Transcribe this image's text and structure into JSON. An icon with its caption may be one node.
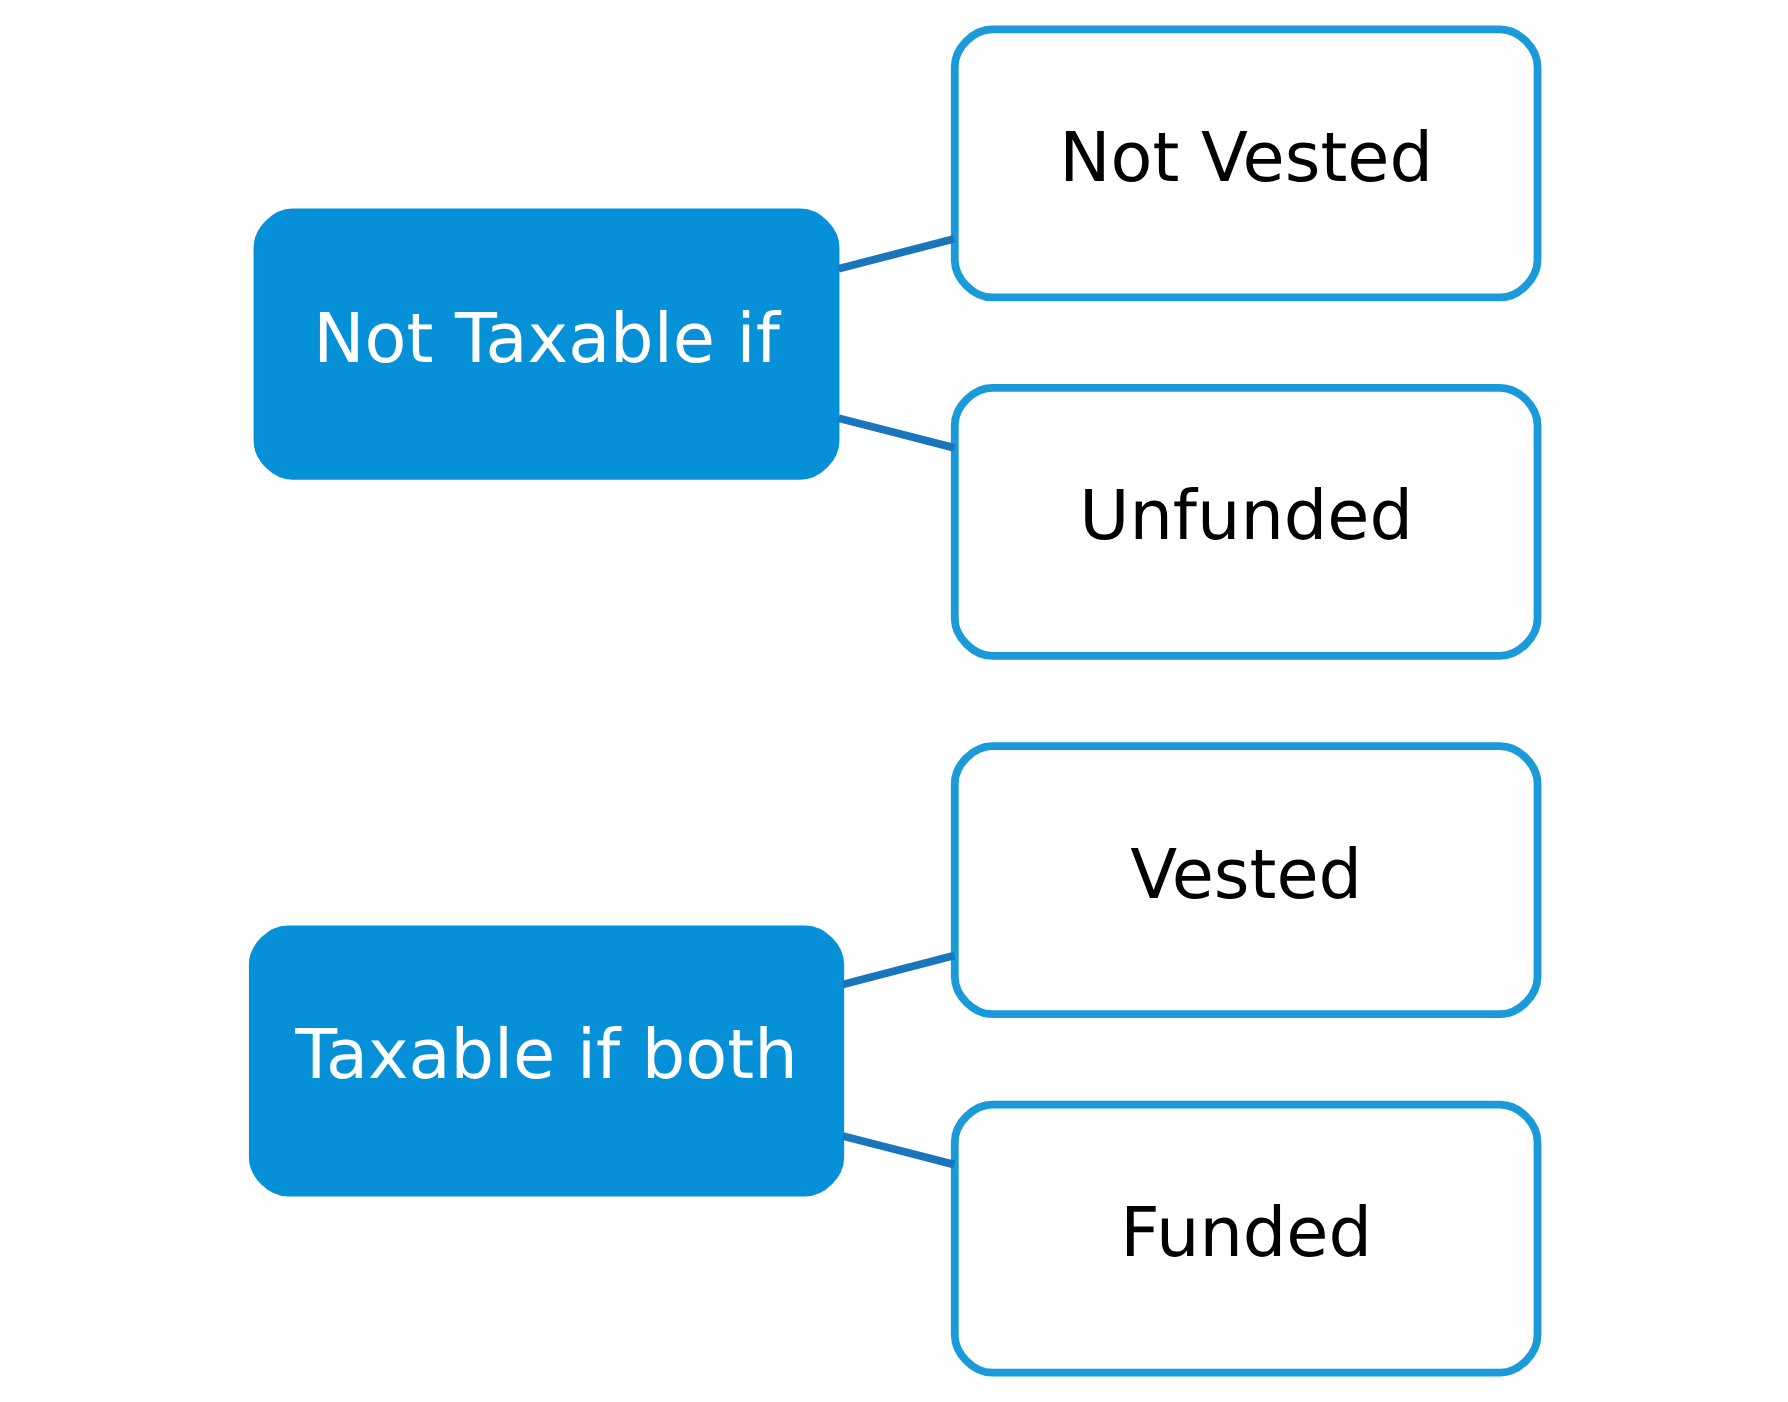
{
  "diagram": {
    "nodes": [
      {
        "text": [
          "Taxable if both"
        ]
      },
      {
        "text": [
          "Vested"
        ]
      },
      {
        "text": [
          "Funded"
        ]
      },
      {
        "text": [
          "Not Taxable if"
        ]
      },
      {
        "text": [
          "Not Vested"
        ]
      },
      {
        "text": [
          "Unfunded"
        ]
      }
    ],
    "edges": [
      {
        "from": 0,
        "to": 1,
        "arrow": "none"
      },
      {
        "from": 0,
        "to": 2,
        "arrow": "none"
      },
      {
        "from": 3,
        "to": 4,
        "arrow": "none"
      },
      {
        "from": 3,
        "to": 5,
        "arrow": "none"
      }
    ]
  }
}
